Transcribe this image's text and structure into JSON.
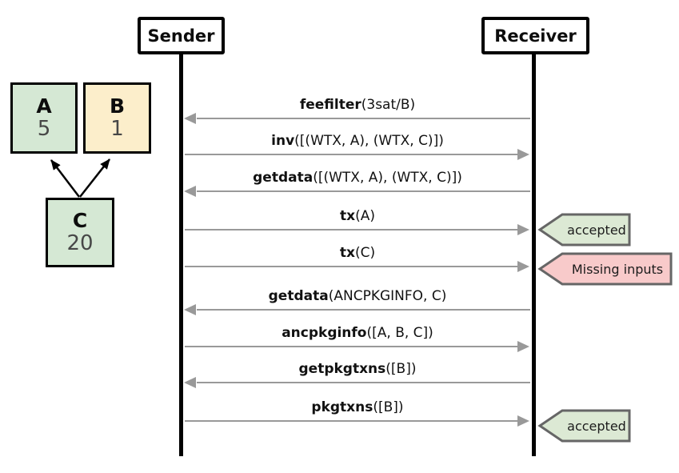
{
  "sequence": {
    "actors": [
      {
        "label": "Sender"
      },
      {
        "label": "Receiver"
      }
    ],
    "messages": [
      {
        "name": "feefilter",
        "args": "(3sat/B)",
        "from": "Receiver",
        "to": "Sender",
        "direction": "left"
      },
      {
        "name": "inv",
        "args": "([(WTX, A), (WTX, C)])",
        "from": "Sender",
        "to": "Receiver",
        "direction": "right"
      },
      {
        "name": "getdata",
        "args": "([(WTX, A), (WTX, C)])",
        "from": "Receiver",
        "to": "Sender",
        "direction": "left"
      },
      {
        "name": "tx",
        "args": "(A)",
        "from": "Sender",
        "to": "Receiver",
        "direction": "right"
      },
      {
        "name": "tx",
        "args": "(C)",
        "from": "Sender",
        "to": "Receiver",
        "direction": "right"
      },
      {
        "name": "getdata",
        "args": "(ANCPKGINFO, C)",
        "from": "Receiver",
        "to": "Sender",
        "direction": "left"
      },
      {
        "name": "ancpkginfo",
        "args": "([A, B, C])",
        "from": "Sender",
        "to": "Receiver",
        "direction": "right"
      },
      {
        "name": "getpkgtxns",
        "args": "([B])",
        "from": "Receiver",
        "to": "Sender",
        "direction": "left"
      },
      {
        "name": "pkgtxns",
        "args": "([B])",
        "from": "Sender",
        "to": "Receiver",
        "direction": "right"
      }
    ],
    "annotations": [
      {
        "label": "accepted",
        "status": "success",
        "message_index": 3
      },
      {
        "label": "Missing inputs",
        "status": "error",
        "message_index": 4
      },
      {
        "label": "accepted",
        "status": "success",
        "message_index": 8
      }
    ]
  },
  "tx_graph": {
    "nodes": [
      {
        "label": "A",
        "value": "5",
        "fill": "#d5e8d4"
      },
      {
        "label": "B",
        "value": "1",
        "fill": "#fceecb"
      },
      {
        "label": "C",
        "value": "20",
        "fill": "#d5e8d4"
      }
    ],
    "edges": [
      {
        "from": "C",
        "to": "A"
      },
      {
        "from": "C",
        "to": "B"
      }
    ]
  },
  "colors": {
    "node_green": "#d5e8d4",
    "node_yellow": "#fceecb",
    "badge_green": "#dce9d4",
    "badge_red": "#f8caca",
    "badge_border": "#666666",
    "message_arrow": "#999999",
    "lifeline": "#000000"
  }
}
